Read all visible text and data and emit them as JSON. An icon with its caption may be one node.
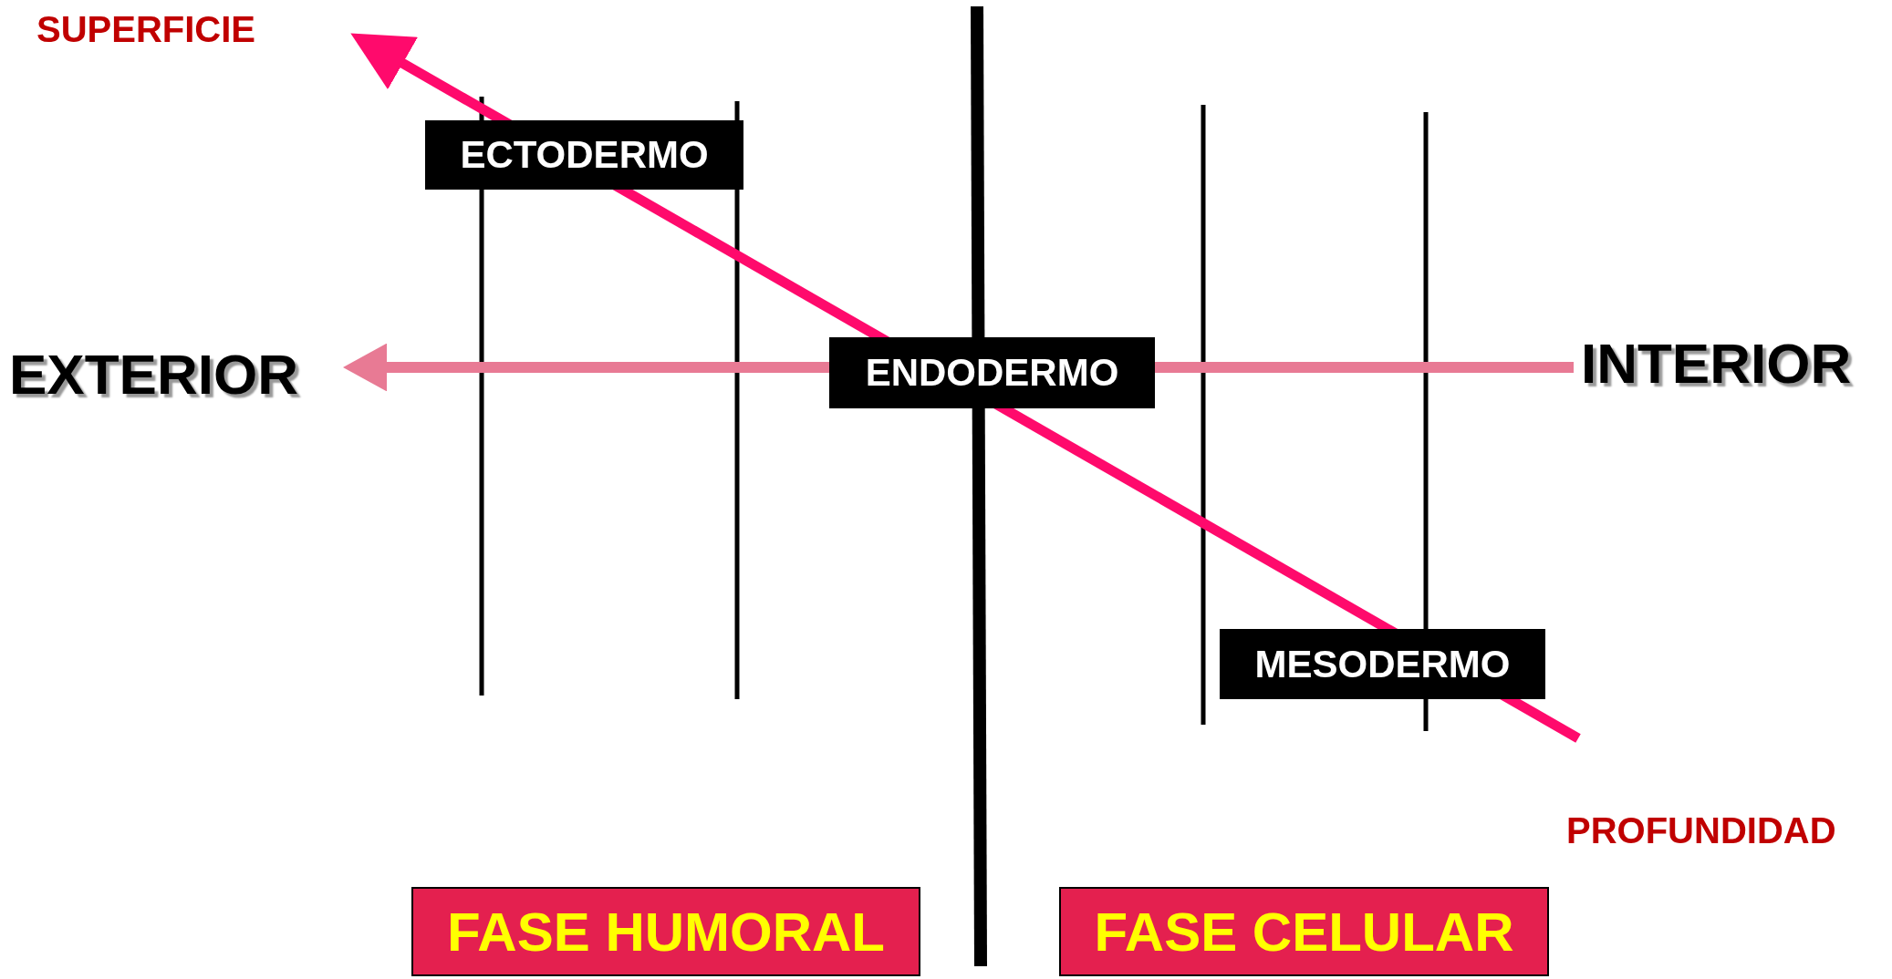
{
  "diagram": {
    "nodes": [
      {
        "text": [
          "ECTODERMO"
        ]
      },
      {
        "text": [
          "ENDODERMO"
        ]
      },
      {
        "text": [
          "MESODERMO"
        ]
      },
      {
        "text": [
          "FASE HUMORAL"
        ]
      },
      {
        "text": [
          "FASE CELULAR"
        ]
      }
    ],
    "labels": [
      "SUPERFICIE",
      "EXTERIOR",
      "INTERIOR",
      "PROFUNDIDAD"
    ]
  }
}
